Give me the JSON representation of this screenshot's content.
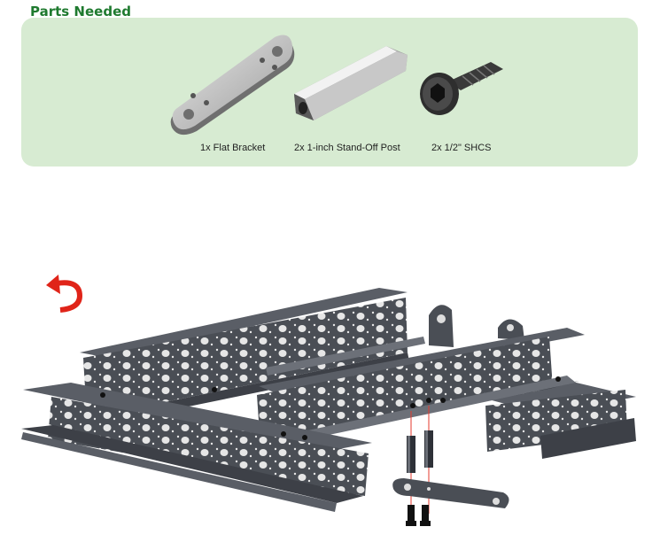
{
  "heading": "Parts Needed",
  "parts": [
    {
      "label": "1x Flat Bracket",
      "icon": "flat-bracket-icon"
    },
    {
      "label": "2x 1-inch Stand-Off Post",
      "icon": "standoff-post-icon"
    },
    {
      "label": "2x 1/2\" SHCS",
      "icon": "shcs-screw-icon"
    }
  ],
  "colors": {
    "panel": "#d7ebd2",
    "heading": "#1f7a2f",
    "channel": "#4a4e55",
    "arrow": "#e02419",
    "guide_line": "#e53a2e"
  },
  "icons": {
    "rotate": "rotate-arrow-icon"
  }
}
